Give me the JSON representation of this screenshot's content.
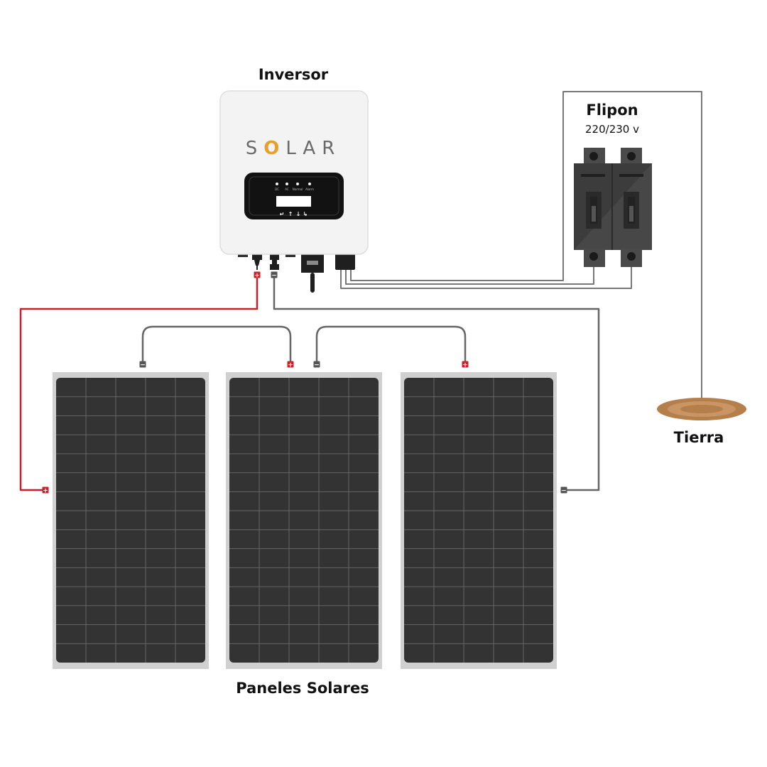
{
  "labels": {
    "inverter": "Inversor",
    "breaker": "Flipon",
    "breaker_voltage": "220/230 v",
    "ground": "Tierra",
    "panels": "Paneles Solares"
  },
  "inverter": {
    "brand_parts": [
      "S",
      "O",
      "LAR"
    ],
    "indicators": [
      "DC",
      "AC",
      "Normal",
      "Alarm"
    ],
    "buttons": [
      "↵",
      "↑",
      "↓",
      "↳"
    ]
  },
  "terminals": {
    "positive": "+",
    "negative": "−"
  },
  "colors": {
    "positive_wire": "#c8202a",
    "negative_wire": "#666666",
    "panel_frame": "#d0d0d0",
    "panel_cells": "#333333",
    "brand_accent": "#e8a02a",
    "breaker": "#3c3c3c",
    "ground": "#b57f4c"
  },
  "icons": {
    "inverter": "solar-inverter-icon",
    "breaker": "double-breaker-icon",
    "ground": "ground-disc-icon",
    "panel": "solar-panel-icon"
  }
}
